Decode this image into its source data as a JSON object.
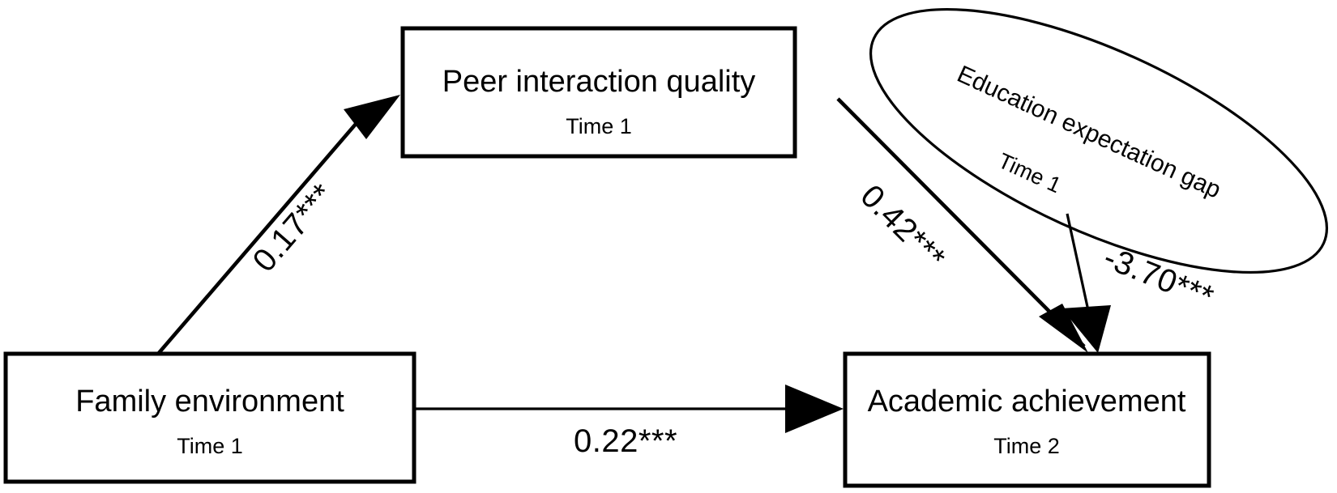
{
  "figure": {
    "type": "path-diagram",
    "background_color": "#ffffff",
    "line_color": "#000000"
  },
  "nodes": [
    {
      "id": "peer-interaction-quality",
      "shape": "rectangle",
      "title": "Peer interaction quality",
      "subtitle": "Time 1"
    },
    {
      "id": "family-environment",
      "shape": "rectangle",
      "title": "Family environment",
      "subtitle": "Time 1"
    },
    {
      "id": "academic-achievement",
      "shape": "rectangle",
      "title": "Academic achievement",
      "subtitle": "Time 2"
    },
    {
      "id": "education-expectation-gap",
      "shape": "ellipse",
      "title": "Education expectation gap",
      "subtitle": "Time 1"
    }
  ],
  "paths": [
    {
      "id": "family-to-peer",
      "from": "family-environment",
      "to": "peer-interaction-quality",
      "coefficient": "0.17***"
    },
    {
      "id": "peer-to-academic",
      "from": "peer-interaction-quality",
      "to": "academic-achievement",
      "coefficient": "0.42***"
    },
    {
      "id": "family-to-academic",
      "from": "family-environment",
      "to": "academic-achievement",
      "coefficient": "0.22***"
    },
    {
      "id": "gap-to-academic",
      "from": "education-expectation-gap",
      "to": "academic-achievement",
      "coefficient": "-3.70***"
    }
  ]
}
